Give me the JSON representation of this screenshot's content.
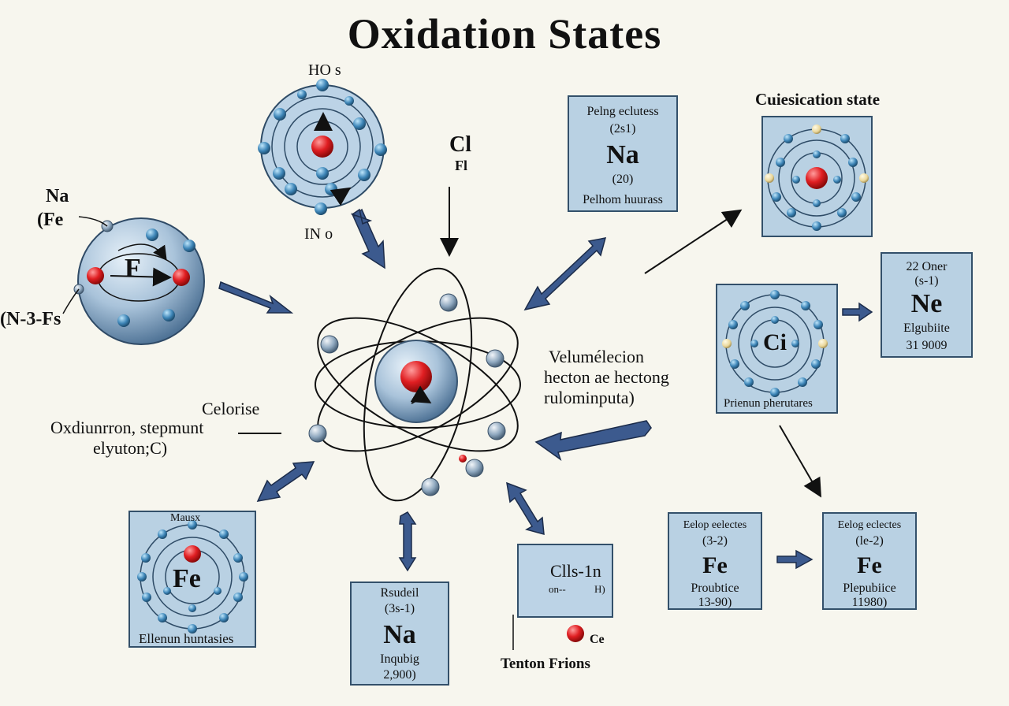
{
  "title": "Oxidation States",
  "labels": {
    "ho_s": "HO s",
    "n_o": "IN o",
    "cl": "Cl",
    "fl": "Fl",
    "na_left": "Na",
    "fe_left": "(Fe",
    "n3fs": "(N-3-Fs",
    "atom_f_symbol": "F",
    "celorise": "Celorise",
    "oxd_line1": "Oxdiunrron, stepmunt",
    "oxd_line2": "elyuton;C)",
    "vel_line1": "Velumélecion",
    "vel_line2": "hecton  ae hectong",
    "vel_line3": "rulominputa)",
    "cupe_title": "Cuiesication state",
    "tenton": "Tenton Frions",
    "ce": "Ce"
  },
  "box_na_top": {
    "top": "Pelng eclutess",
    "num": "(2s1)",
    "symbol": "Na",
    "sub": "(20)",
    "bottom": "Pelhom huurass"
  },
  "box_ne": {
    "top": "22 Oner",
    "num": "(s-1)",
    "symbol": "Ne",
    "sub": "Elgubiite",
    "bottom": "31 9009"
  },
  "box_ci": {
    "symbol": "Ci",
    "bottom": "Prienun pherutares"
  },
  "box_fe_left": {
    "top": "Mausx",
    "symbol": "Fe",
    "bottom": "Ellenun huntasies"
  },
  "box_na_bottom": {
    "top": "Rsudeil",
    "num": "(3s-1)",
    "symbol": "Na",
    "sub": "Inqubig",
    "bottom": "2,900)"
  },
  "box_cls": {
    "symbol": "Clls-1n",
    "sub": "on--",
    "right": "H)"
  },
  "box_fe_mid": {
    "top": "Eelop eelectes",
    "num": "(3-2)",
    "symbol": "Fe",
    "sub": "Proubtice",
    "bottom": "13-90)"
  },
  "box_fe_right": {
    "top": "Eelog eclectes",
    "num": "(le-2)",
    "symbol": "Fe",
    "sub": "Plepubiice",
    "bottom": "11980)"
  },
  "colors": {
    "box_fill": "#b9d1e3",
    "box_border": "#33506a",
    "arrow_blue": "#3c5a8e",
    "nucleus_red": "#e01e22",
    "electron_blue": "#3e86b8",
    "electron_yellow": "#ead79a"
  }
}
